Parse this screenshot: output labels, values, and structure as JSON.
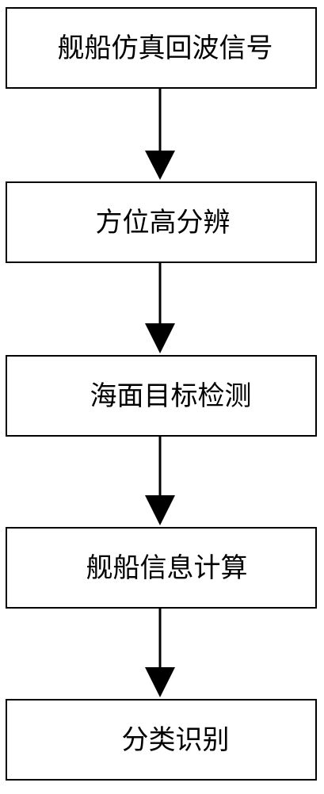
{
  "flowchart": {
    "steps": [
      {
        "label": "舰船仿真回波信号"
      },
      {
        "label": "方位高分辨"
      },
      {
        "label": "海面目标检测"
      },
      {
        "label": "舰船信息计算"
      },
      {
        "label": "分类识别"
      }
    ]
  },
  "colors": {
    "stroke": "#000000",
    "background": "#ffffff"
  }
}
